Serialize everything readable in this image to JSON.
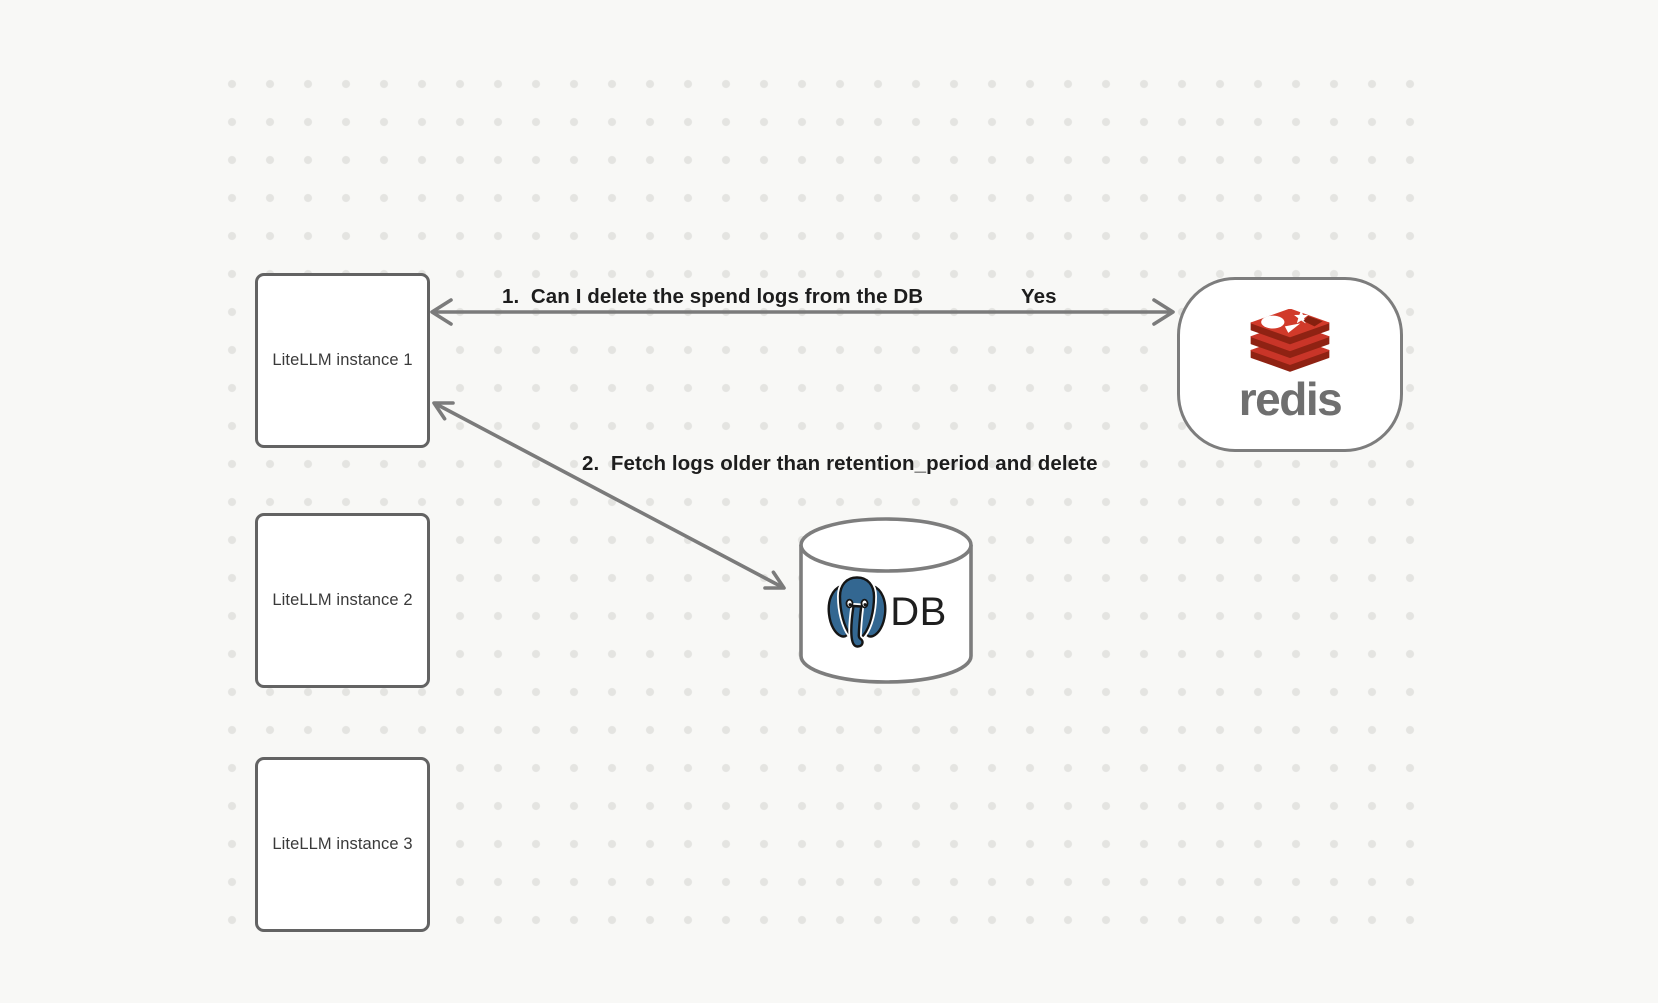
{
  "diagram": {
    "background_color": "#f8f8f6",
    "grid_dot_color": "#e4e4e1",
    "boxes": [
      {
        "label": "LiteLLM instance 1"
      },
      {
        "label": "LiteLLM instance 2"
      },
      {
        "label": "LiteLLM instance 3"
      }
    ],
    "redis_node": {
      "wordmark": "redis",
      "logo_icon": "redis-cube-stack",
      "brand_red": "#c93528",
      "brand_red_dark": "#8f2213",
      "wordmark_color": "#6f6f6f"
    },
    "db_node": {
      "label": "DB",
      "logo_icon": "postgresql-elephant",
      "postgres_blue": "#336791"
    },
    "arrows": [
      {
        "label": "1.  Can I delete the spend logs from the DB",
        "reply": "Yes",
        "from": "LiteLLM instance 1",
        "to": "redis",
        "style": "double-headed"
      },
      {
        "label": "2.  Fetch logs older than retention_period and delete",
        "from": "LiteLLM instance 1",
        "to": "DB",
        "style": "double-headed"
      }
    ]
  }
}
